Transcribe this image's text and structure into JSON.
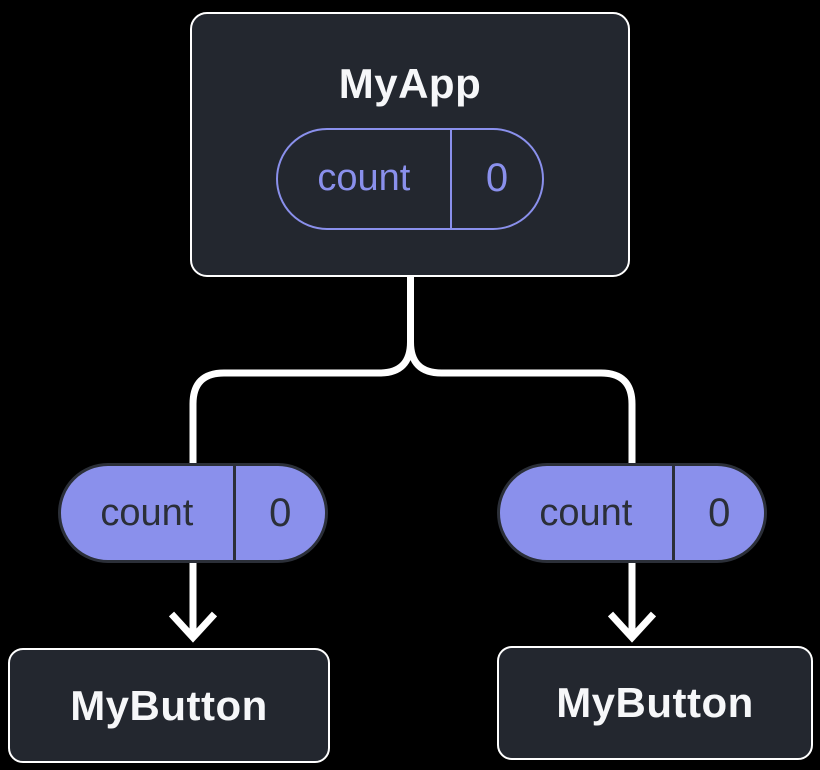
{
  "diagram": {
    "root_node": {
      "label": "MyApp",
      "state_pill": {
        "key": "count",
        "value": "0"
      }
    },
    "left_branch": {
      "prop_pill": {
        "key": "count",
        "value": "0"
      },
      "node": {
        "label": "MyButton"
      }
    },
    "right_branch": {
      "prop_pill": {
        "key": "count",
        "value": "0"
      },
      "node": {
        "label": "MyButton"
      }
    }
  },
  "colors": {
    "background": "#000000",
    "node_fill": "#23272F",
    "node_border": "#FFFFFF",
    "node_text": "#F6F7F9",
    "purple": "#8A90EC",
    "pill_dark": "#2B2F38",
    "connector": "#FFFFFF"
  }
}
